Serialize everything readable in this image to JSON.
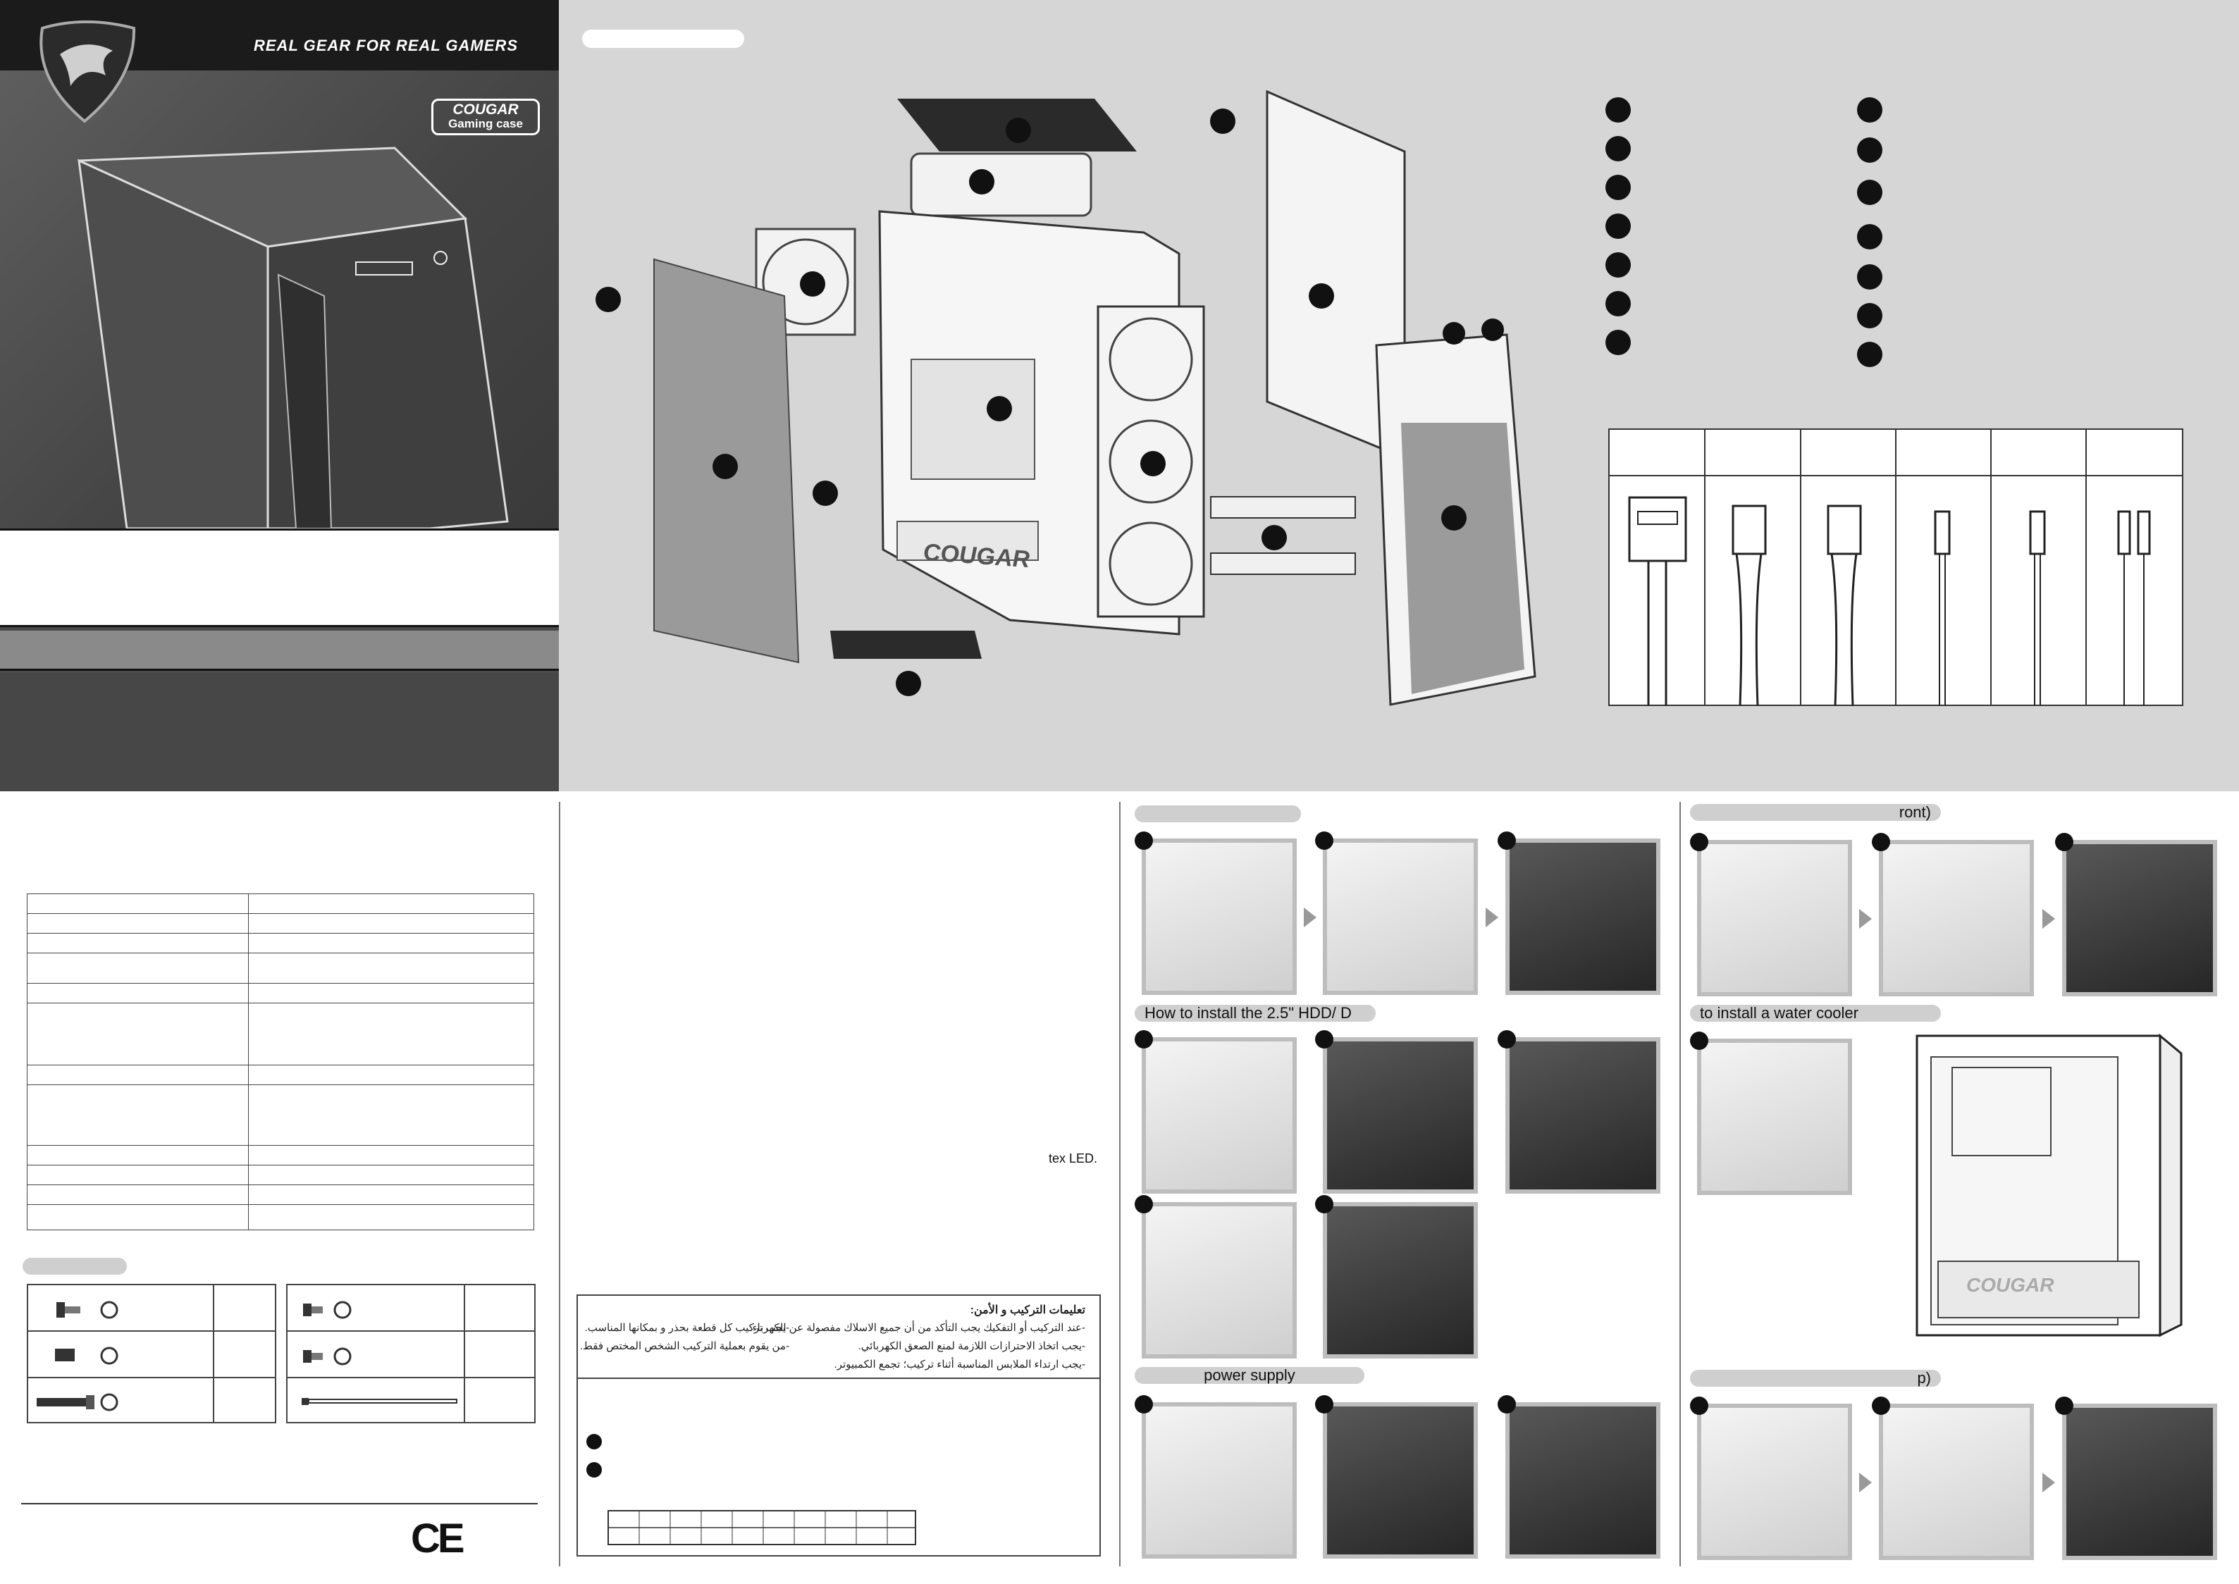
{
  "cover": {
    "slogan": "REAL GEAR FOR REAL GAMERS",
    "brand": "COUGAR",
    "badge_line1": "COUGAR",
    "badge_line2": "Gaming case"
  },
  "explode": {
    "case_logo": "COUGAR"
  },
  "install": {
    "hdd25_title": "How to install the 2.5\" HDD/    D",
    "psu_title": "power supply",
    "front_title": "ront)",
    "water_title": " to install a water cooler",
    "top_title": "p)",
    "led_note": "tex LED.",
    "water_logo": "COUGAR"
  },
  "safety": {
    "title": "تعليمات التركيب و الأمن:",
    "right_lines": [
      "-عند التركيب أو التفكيك يجب التأكد من أن جميع الاسلاك مفصولة عن الكهرباء.",
      "-يجب اتخاذ الاحترازات اللازمة لمنع الصعق الكهربائي.",
      "-يجب ارتداء الملابس المناسبة أثناء تركيب؛ تجمع الكمبيوتر."
    ],
    "left_lines": [
      "-يجب تركيب كل قطعة بحذر و بمكانها المناسب.",
      "-من يقوم بعملية التركيب الشخص المختص فقط."
    ]
  },
  "marks": {
    "ce": "CE"
  },
  "colors": {
    "cover_dark": "#1b1b1b",
    "cover_gray": "#4a4a4a",
    "explode_bg": "#d6d6d6",
    "step_frame": "#bdbdbd"
  }
}
